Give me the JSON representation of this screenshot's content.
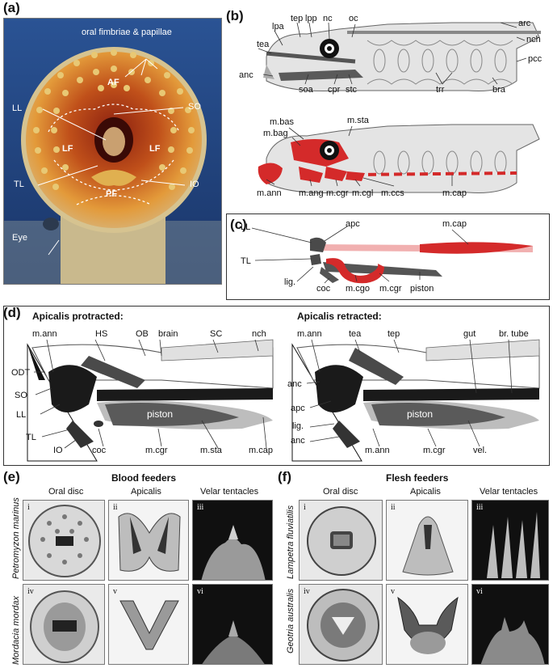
{
  "panel_a": {
    "letter": "(a)",
    "labels": {
      "fimbriae": "oral fimbriae & papillae",
      "AF": "AF",
      "SO": "SO",
      "LL": "LL",
      "LF_left": "LF",
      "LF_right": "LF",
      "TL": "TL",
      "IO": "IO",
      "PF": "PF",
      "Eye": "Eye"
    }
  },
  "panel_b": {
    "letter": "(b)",
    "top_labels": {
      "tep": "tep",
      "lpp": "lpp",
      "nc": "nc",
      "oc": "oc",
      "arc": "arc",
      "lpa": "lpa",
      "nch": "nch",
      "tea": "tea",
      "pcc": "pcc",
      "anc": "anc",
      "soa": "soa",
      "cpr": "cpr",
      "stc": "stc",
      "trr": "trr",
      "bra": "bra"
    },
    "bottom_labels": {
      "mbas": "m.bas",
      "msta": "m.sta",
      "mbag": "m.bag",
      "mann": "m.ann",
      "mang": "m.ang",
      "mcgr": "m.cgr",
      "mcgl": "m.cgl",
      "mccs": "m.ccs",
      "mcap": "m.cap"
    }
  },
  "panel_c": {
    "letter": "(c)",
    "labels": {
      "LL": "LL",
      "apc": "apc",
      "mcap": "m.cap",
      "TL": "TL",
      "lig": "lig.",
      "coc": "coc",
      "mcgo": "m.cgo",
      "mcgr": "m.cgr",
      "piston": "piston"
    }
  },
  "panel_d": {
    "letter": "(d)",
    "left_title": "Apicalis protracted:",
    "right_title": "Apicalis retracted:",
    "left_labels": {
      "mann": "m.ann",
      "HS": "HS",
      "OB": "OB",
      "brain": "brain",
      "SC": "SC",
      "nch": "nch",
      "ODT": "ODT",
      "SO": "SO",
      "LL": "LL",
      "TL": "TL",
      "IO": "IO",
      "coc": "coc",
      "mcgr": "m.cgr",
      "msta": "m.sta",
      "mcap": "m.cap",
      "piston": "piston"
    },
    "right_labels": {
      "mann": "m.ann",
      "tea": "tea",
      "tep": "tep",
      "gut": "gut",
      "brtube": "br. tube",
      "anc": "anc",
      "apc": "apc",
      "lig": "lig.",
      "anc2": "anc",
      "mann2": "m.ann",
      "mcgr": "m.cgr",
      "vel": "vel.",
      "piston": "piston"
    }
  },
  "panel_e": {
    "letter": "(e)",
    "title": "Blood feeders",
    "columns": [
      "Oral disc",
      "Apicalis",
      "Velar tentacles"
    ],
    "species_top": "Petromyzon marinus",
    "species_bottom": "Mordacia mordax",
    "romans": [
      "i",
      "ii",
      "iii",
      "iv",
      "v",
      "vi"
    ]
  },
  "panel_f": {
    "letter": "(f)",
    "title": "Flesh feeders",
    "columns": [
      "Oral disc",
      "Apicalis",
      "Velar tentacles"
    ],
    "species_top": "Lampetra fluviatilis",
    "species_bottom": "Geotria australis",
    "romans": [
      "i",
      "ii",
      "iii",
      "iv",
      "v",
      "vi"
    ]
  },
  "colors": {
    "muscle_red": "#d42a2a",
    "cartilage_grey": "#c8c8c8",
    "dark_grey": "#4a4a4a",
    "photo_bg": "#2a4f8f",
    "disc_orange": "#d8781a"
  }
}
